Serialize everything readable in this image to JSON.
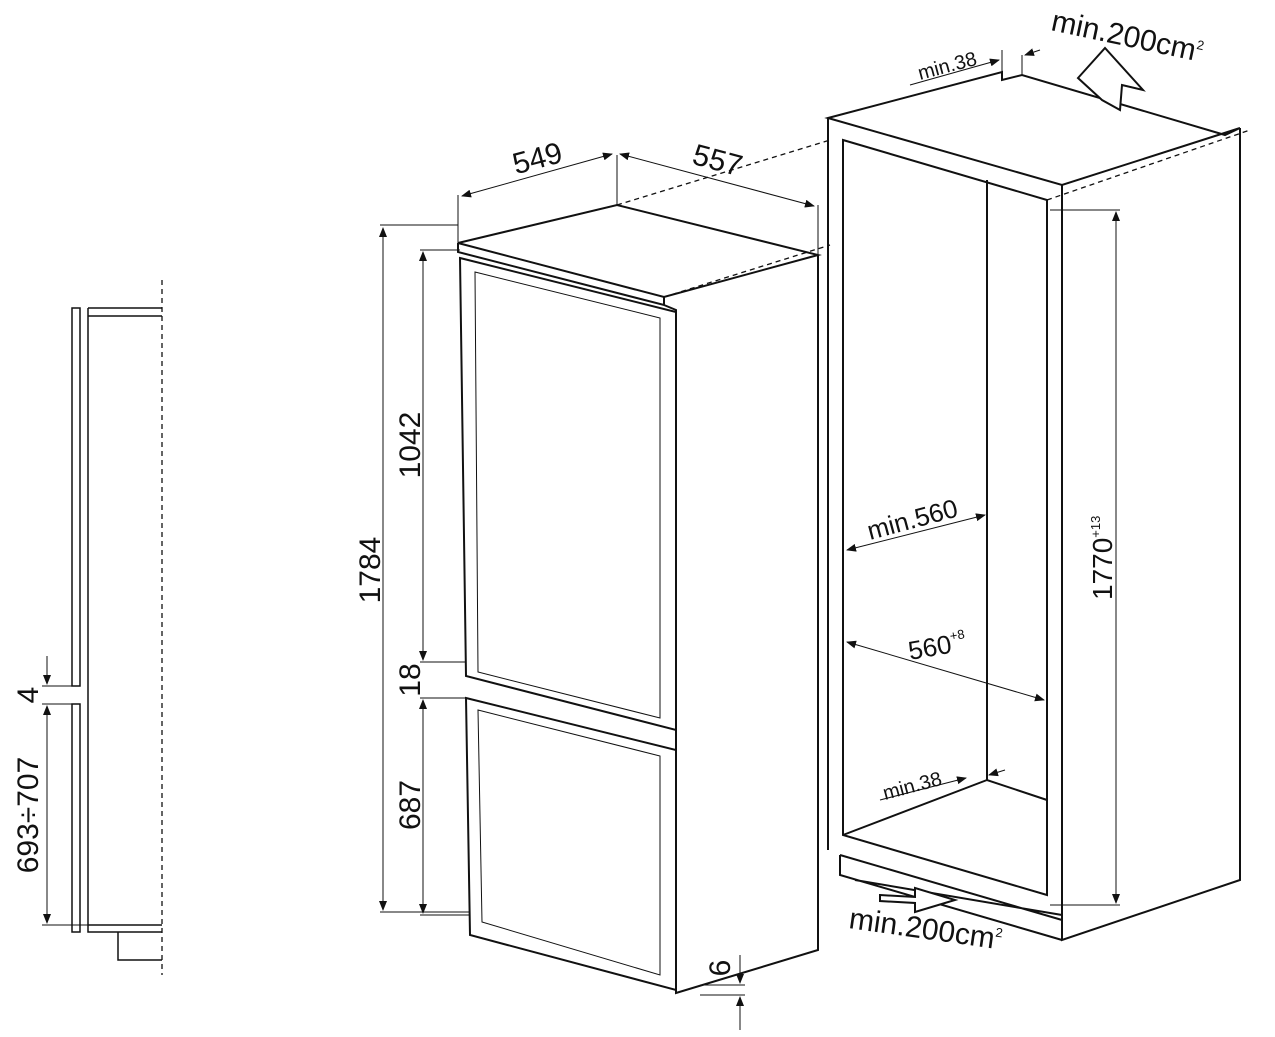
{
  "side_view": {
    "gap": "4",
    "door_height": "693÷707"
  },
  "appliance": {
    "depth": "549",
    "width": "557",
    "height": "1784",
    "upper_door": "1042",
    "door_gap": "18",
    "lower_door": "687",
    "bottom_offset": "6"
  },
  "niche": {
    "top_vent": "min.200cm",
    "top_vent_sup": "2",
    "top_clearance": "min.38",
    "min_depth": "min.560",
    "width": "560",
    "width_tol": "+8",
    "height": "1770",
    "height_tol": "+13",
    "bottom_clearance": "min.38",
    "bottom_vent": "min.200cm",
    "bottom_vent_sup": "2"
  }
}
